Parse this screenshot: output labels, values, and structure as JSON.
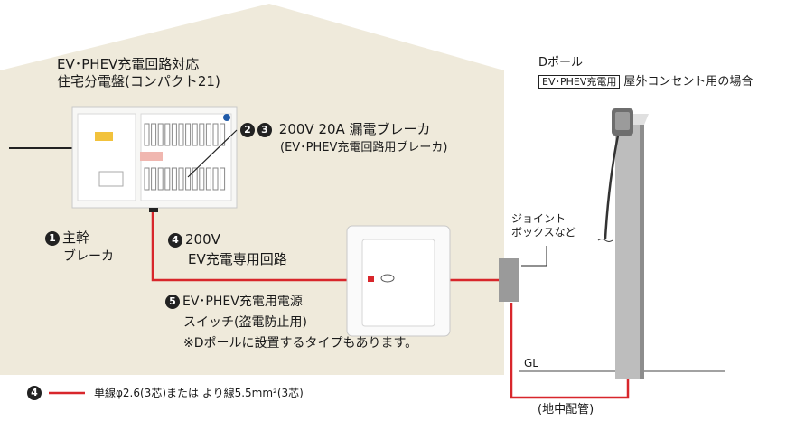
{
  "colors": {
    "house_fill": "#efeadb",
    "wire_red": "#d8262b",
    "pole": "#b9b9b9"
  },
  "panel": {
    "title_line1": "EV･PHEV充電回路対応",
    "title_line2": "住宅分電盤(コンパクト21)"
  },
  "breaker_ev": {
    "markers": [
      "2",
      "3"
    ],
    "line1": "200V 20A 漏電ブレーカ",
    "line2": "(EV･PHEV充電回路用ブレーカ)"
  },
  "main_breaker": {
    "marker": "1",
    "line1": "主幹",
    "line2": "ブレーカ"
  },
  "circuit": {
    "marker": "4",
    "line1": "200V",
    "line2": "EV充電専用回路"
  },
  "switch": {
    "marker": "5",
    "line1": "EV･PHEV充電用電源",
    "line2": "スイッチ(盗電防止用)",
    "note": "※Dポールに設置するタイプもあります。"
  },
  "pole": {
    "title": "Dポール",
    "tag": "EV･PHEV充電用",
    "subtitle": "屋外コンセント用の場合"
  },
  "joint": {
    "line1": "ジョイント",
    "line2": "ボックスなど"
  },
  "ground": {
    "gl": "GL",
    "underground": "(地中配管)"
  },
  "legend": {
    "marker": "4",
    "text": "単線φ2.6(3芯)または より線5.5mm²(3芯)"
  }
}
